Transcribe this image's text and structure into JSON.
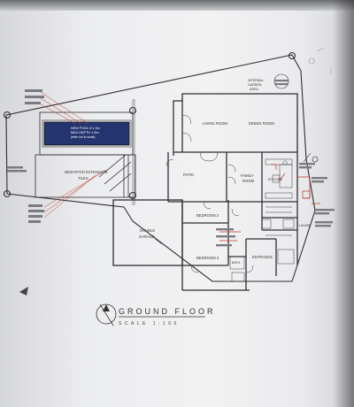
{
  "diagram": {
    "title": "GROUND FLOOR",
    "scale": "SCALE 1:100",
    "rooms": {
      "living": "LIVING ROOM",
      "dining": "DINING ROOM",
      "patio": "PATIO",
      "family": "FAMILY",
      "family2": "ROOM",
      "kitchen": "KITCHEN",
      "patio_ext": "NEW PATIO EXTENSION",
      "patio_ext2": "TILES",
      "garage": "DOUBLE",
      "garage2": "GARAGE",
      "bed2": "BEDROOM 2",
      "bed3": "BEDROOM 3",
      "entrance": "ENTRANCE",
      "internal_garden": "INTERNAL",
      "internal_garden2": "GARDEN",
      "internal_garden3": "AREA",
      "laundry": "LAUND",
      "bath": "BATH"
    },
    "pool": {
      "line1": "NEW POOL 8 x 3m",
      "line2": "MAX DEPTH 1.5m",
      "line3": "(refer not to scale)"
    }
  },
  "colors": {
    "wall": "#2f2f33",
    "pool": "#23346f",
    "accent": "#c0392b"
  }
}
